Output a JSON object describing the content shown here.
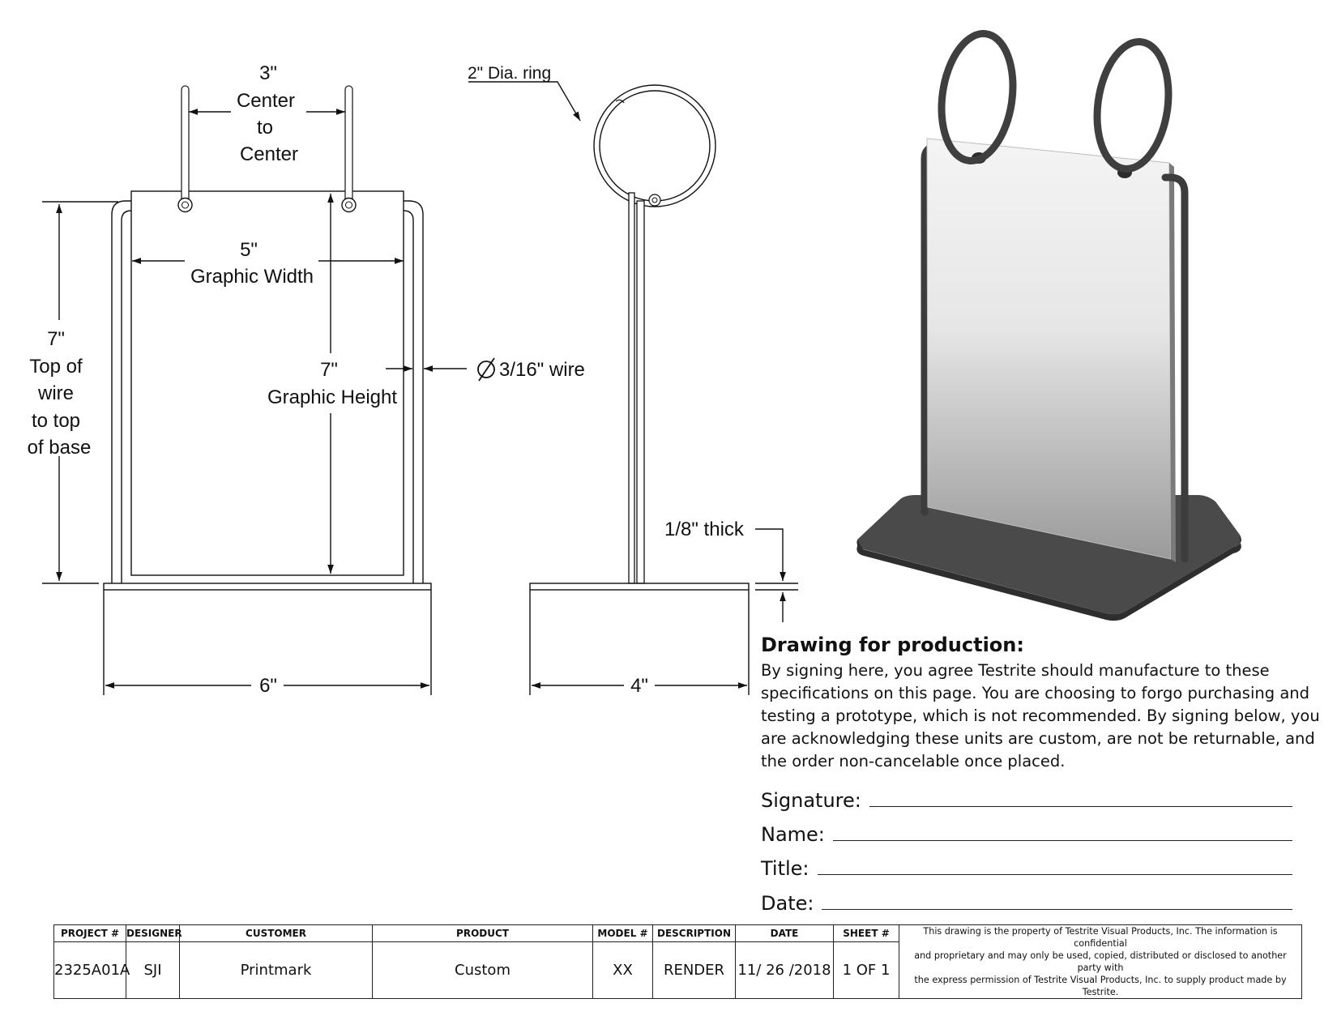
{
  "front_view": {
    "ring_spacing": "3\"",
    "ring_spacing_note": [
      "Center",
      "to",
      "Center"
    ],
    "graphic_width": "5\"",
    "graphic_width_label": "Graphic Width",
    "graphic_height": "7\"",
    "graphic_height_label": "Graphic Height",
    "wire_height": "7\"",
    "wire_height_note": [
      "Top of",
      "wire",
      "to top",
      "of base"
    ],
    "wire_diameter": "3/16\" wire",
    "base_width": "6\""
  },
  "side_view": {
    "ring_label": "2\" Dia. ring",
    "base_thickness": "1/8\" thick",
    "base_depth": "4\""
  },
  "signoff": {
    "heading": "Drawing for production:",
    "paragraph_lines": [
      "By signing here, you agree Testrite should manufacture to these",
      "specifications on this page. You are choosing to forgo purchasing and",
      "testing a prototype, which is not recommended. By signing below, you",
      "are acknowledging these units are custom, are not be returnable, and",
      "the order non-cancelable once placed."
    ],
    "fields": [
      "Signature:",
      "Name:",
      "Title:",
      "Date:"
    ]
  },
  "title_block": {
    "headers": [
      "PROJECT #",
      "DESIGNER",
      "CUSTOMER",
      "PRODUCT",
      "MODEL #",
      "DESCRIPTION",
      "DATE",
      "SHEET #"
    ],
    "values": [
      "2325A01A",
      "SJI",
      "Printmark",
      "Custom",
      "XX",
      "RENDER",
      "11/ 26 /2018",
      "1  OF  1"
    ],
    "notice_lines": [
      "This drawing is the property of Testrite Visual Products, Inc. The information is confidential",
      "and proprietary and may only be used, copied, distributed or disclosed to another party with",
      "the express permission of Testrite Visual Products, Inc. to supply product made by Testrite."
    ]
  },
  "colors": {
    "line": "#111111",
    "render_dark": "#4a4a4a",
    "render_panel_top": "#f0f0f0",
    "render_panel_bottom": "#9e9e9e"
  }
}
